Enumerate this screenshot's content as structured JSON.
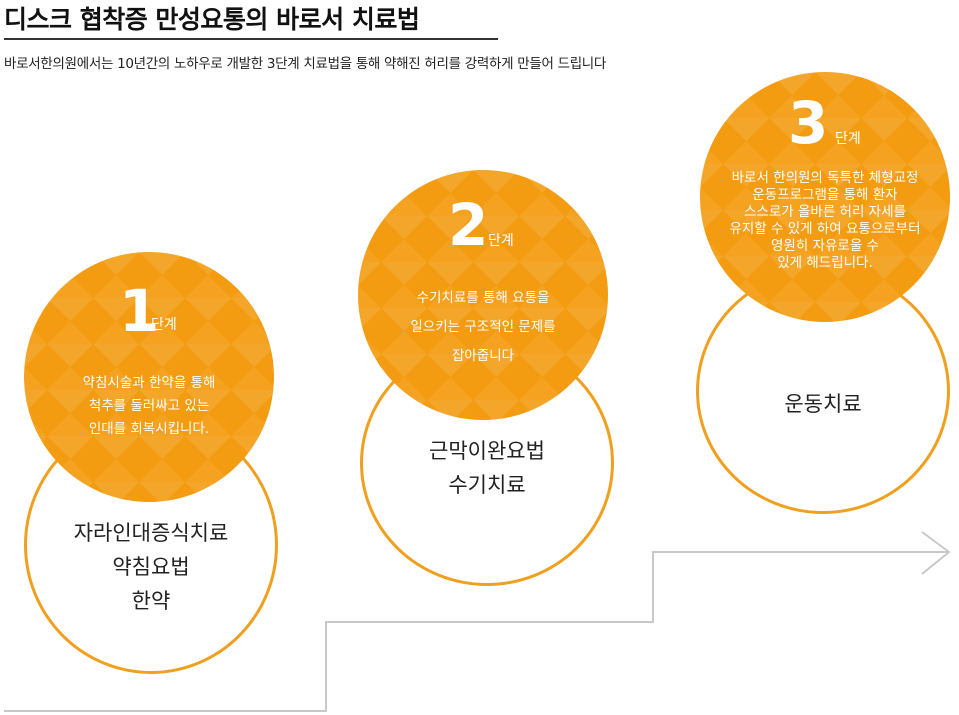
{
  "header": {
    "title": "디스크 협착증 만성요통의 바로서 치료법",
    "subtitle": "바로서한의원에서는 10년간의 노하우로 개발한 3단계 치료법을 통해 약해진 허리를 강력하게 만들어 드립니다"
  },
  "stages": [
    {
      "number": "1",
      "unit": "단계",
      "desc": [
        "약침시술과 한약을 통해",
        "척추를 둘러싸고 있는",
        "인대를 회복시킵니다."
      ],
      "treatments": [
        "자라인대증식치료",
        "약침요법",
        "한약"
      ]
    },
    {
      "number": "2",
      "unit": "단계",
      "desc": [
        "수기치료를 통해 요통을",
        "일으키는 구조적인 문제를",
        "잡아줍니다"
      ],
      "treatments": [
        "근막이완요법",
        "수기치료"
      ]
    },
    {
      "number": "3",
      "unit": "단계",
      "desc": [
        "바로서 한의원의 독특한 체형교정",
        "운동프로그램을 통해 환자",
        "스스로가 올바른 허리 자세를",
        "유지할 수 있게 하여 요통으로부터",
        "영원히 자유로울 수",
        "있게 해드립니다."
      ],
      "treatments": [
        "운동치료"
      ]
    }
  ],
  "colors": {
    "accent": "#f39c12",
    "ring": "#f0a01e",
    "stairs": "#c8c8c8"
  },
  "icons": {
    "arrow": "chevron-right-icon"
  }
}
